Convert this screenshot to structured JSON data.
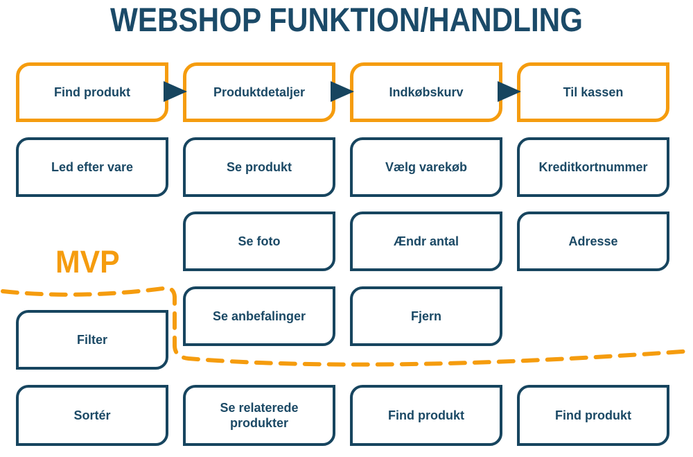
{
  "title": "WEBSHOP FUNKTION/HANDLING",
  "mvp": {
    "label": "MVP"
  },
  "colors": {
    "navy_border": "#17455f",
    "navy_text": "#1b4965",
    "title_navy": "#1b4a68",
    "orange": "#f59c0e",
    "background": "#ffffff"
  },
  "flow": {
    "columns": [
      {
        "header": "Find produkt",
        "steps": [
          "Led efter vare",
          "Filter",
          "Sortér"
        ]
      },
      {
        "header": "Produktdetaljer",
        "steps": [
          "Se produkt",
          "Se foto",
          "Se anbefalinger",
          "Se relaterede produkter"
        ]
      },
      {
        "header": "Indkøbskurv",
        "steps": [
          "Vælg varekøb",
          "Ændr antal",
          "Fjern",
          "Find produkt"
        ]
      },
      {
        "header": "Til kassen",
        "steps": [
          "Kreditkortnummer",
          "Adresse",
          "Find produkt"
        ]
      }
    ]
  }
}
